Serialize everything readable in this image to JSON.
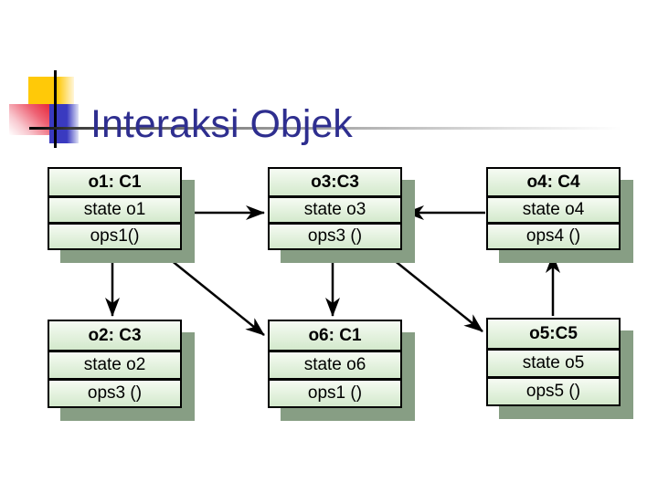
{
  "slide": {
    "title": "Interaksi Objek"
  },
  "colors": {
    "title_text": "#2e2e8f",
    "box_fill_top": "#f6fbf3",
    "box_fill_bottom": "#d3e9cc",
    "box_border": "#000000",
    "box_shadow": "#879e84",
    "arrow": "#000000",
    "accent_yellow": "#ffc908",
    "accent_red": "#e8273a",
    "accent_blue": "#3a3ac0"
  },
  "diagram": {
    "boxes": [
      {
        "id": "o1",
        "title": "o1: C1",
        "state": "state o1",
        "ops": "ops1()"
      },
      {
        "id": "o3",
        "title": "o3:C3",
        "state": "state o3",
        "ops": "ops3 ()"
      },
      {
        "id": "o4",
        "title": "o4: C4",
        "state": "state o4",
        "ops": "ops4 ()"
      },
      {
        "id": "o2",
        "title": "o2: C3",
        "state": "state o2",
        "ops": "ops3 ()"
      },
      {
        "id": "o6",
        "title": "o6: C1",
        "state": "state o6",
        "ops": "ops1 ()"
      },
      {
        "id": "o5",
        "title": "o5:C5",
        "state": "state o5",
        "ops": "ops5 ()"
      }
    ],
    "edges": [
      {
        "from": "o1",
        "to": "o3"
      },
      {
        "from": "o4",
        "to": "o3"
      },
      {
        "from": "o1",
        "to": "o2"
      },
      {
        "from": "o3",
        "to": "o6"
      },
      {
        "from": "o5",
        "to": "o4"
      },
      {
        "from": "o1",
        "to": "o6"
      },
      {
        "from": "o3",
        "to": "o5"
      }
    ]
  }
}
